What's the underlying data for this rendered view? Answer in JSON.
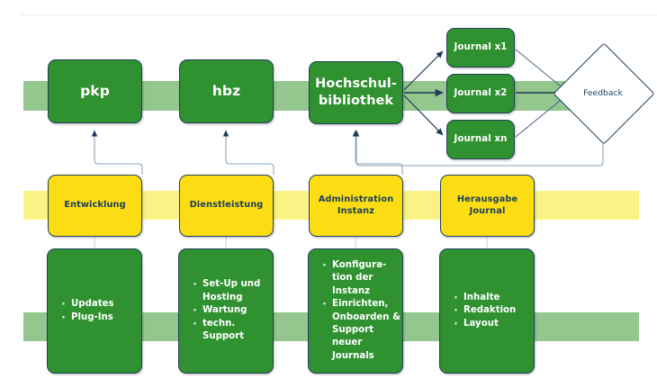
{
  "diagram": {
    "title": "PKP OJS Hochschulbibliothek Rollen-Diagramm",
    "colors": {
      "green": "#2f9130",
      "yellow": "#fcdd14",
      "band_green": "#93c78e",
      "band_yellow": "#fbf285",
      "outline": "#23405c",
      "connector": "#1f3a57"
    }
  },
  "bands": {
    "top_green_label": "green-band-top",
    "middle_yellow_label": "yellow-band-middle",
    "bottom_green_label": "green-band-bottom"
  },
  "flow_row": {
    "nodes": [
      {
        "id": "pkp",
        "label": "pkp"
      },
      {
        "id": "hbz",
        "label": "hbz"
      },
      {
        "id": "hochschulbibliothek",
        "label": "Hochschul-\nbibliothek"
      }
    ],
    "journals": [
      {
        "id": "journal-x1",
        "label": "Journal x1"
      },
      {
        "id": "journal-x2",
        "label": "Journal x2"
      },
      {
        "id": "journal-xn",
        "label": "Journal xn"
      }
    ],
    "feedback": {
      "id": "feedback",
      "label": "Feedback"
    }
  },
  "role_row": [
    {
      "id": "entwicklung",
      "label": "Entwicklung"
    },
    {
      "id": "dienstleistung",
      "label": "Dienstleistung"
    },
    {
      "id": "administration",
      "label": "Administration\nInstanz"
    },
    {
      "id": "herausgabe",
      "label": "Herausgabe\nJournal"
    }
  ],
  "task_row": [
    {
      "id": "entwicklung-tasks",
      "items": [
        "Updates",
        "Plug-Ins"
      ]
    },
    {
      "id": "dienstleistung-tasks",
      "items": [
        "Set-Up und Hosting",
        "Wartung",
        "techn. Support"
      ]
    },
    {
      "id": "administration-tasks",
      "items": [
        "Konfigura-tion der Instanz",
        "Einrichten, Onboarden & Support neuer Journals"
      ]
    },
    {
      "id": "herausgabe-tasks",
      "items": [
        "Inhalte",
        "Redaktion",
        "Layout"
      ]
    }
  ]
}
